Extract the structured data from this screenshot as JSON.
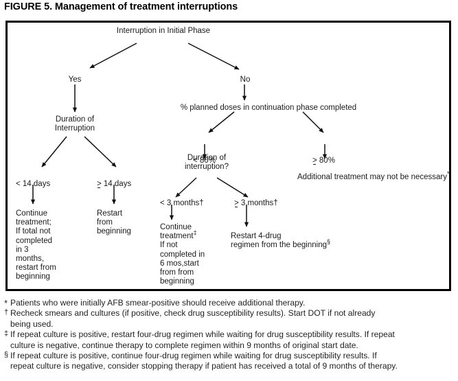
{
  "title": "FIGURE 5. Management of treatment interruptions",
  "flowchart": {
    "root": "Interruption in Initial Phase",
    "branch_yes": "Yes",
    "branch_no": "No",
    "left": {
      "decision": "Duration of\nInterruption",
      "lt14": "< 14 days",
      "ge14_symbol": ">",
      "ge14_text": " 14 days",
      "lt14_action": "Continue\ntreatment;\nIf total not\ncompleted\nin 3\nmonths,\nrestart from\nbeginning",
      "ge14_action": "Restart\nfrom\nbeginning"
    },
    "right": {
      "decision": "% planned doses in continuation phase completed",
      "lt80": "< 80%",
      "ge80_symbol": ">",
      "ge80_text": " 80%",
      "ge80_action": "Additional treatment may not be necessary",
      "ge80_action_mark": "*",
      "duration_decision": "Duration of\ninterruption?",
      "lt3mo": "< 3 months",
      "lt3mo_mark": "†",
      "ge3mo_symbol": ">",
      "ge3mo_text": " 3 months",
      "ge3mo_mark": "†",
      "lt3mo_action_a": "Continue\ntreatment",
      "lt3mo_action_mark": "‡",
      "lt3mo_action_b": "If not\ncompleted in\n6 mos,start\nfrom from\nbeginning",
      "ge3mo_action": "Restart 4-drug\nregimen from the beginning",
      "ge3mo_action_mark": "§"
    }
  },
  "footnotes": [
    {
      "marker": "*",
      "text": "Patients who were initially AFB smear-positive should receive additional therapy."
    },
    {
      "marker": "†",
      "text": "Recheck smears and cultures (if positive, check drug susceptibility results). Start DOT if not already",
      "cont": "being used."
    },
    {
      "marker": "‡",
      "text": "If repeat culture is positive, restart four-drug regimen while waiting for drug susceptibility results. If repeat",
      "cont": "culture is negative, continue therapy to complete regimen within 9 months of original start date."
    },
    {
      "marker": "§",
      "text": "If repeat culture is positive, continue four-drug regimen while waiting for drug susceptibility results. If",
      "cont": "repeat culture is negative, consider stopping therapy if patient has received a total of 9 months of therapy."
    }
  ],
  "colors": {
    "ink": "#000000",
    "text": "#1a1a1a",
    "border": "#000000",
    "background": "#ffffff"
  }
}
